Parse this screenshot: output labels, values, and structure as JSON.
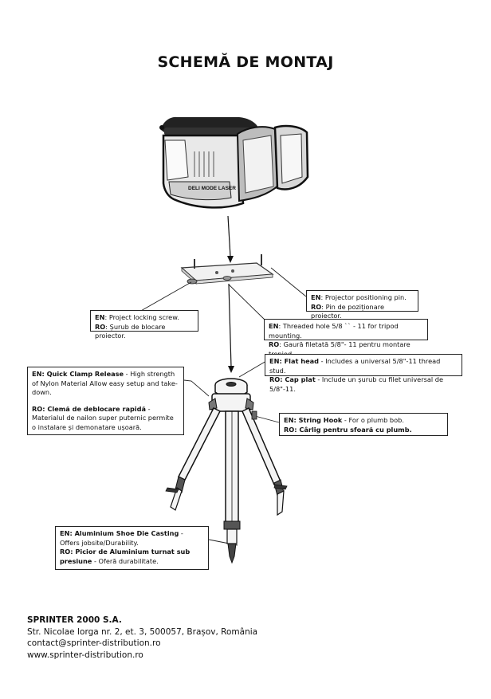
{
  "title": "SCHEMĂ DE MONTAJ",
  "device_label": "DELI MODE LASER",
  "callouts": {
    "positioning_pin": {
      "en_tag": "EN",
      "en_text": ": Projector positioning pin.",
      "ro_tag": "RO",
      "ro_text": ": Pin de poziționare proiector."
    },
    "locking_screw": {
      "en_tag": "EN",
      "en_text": ": Project locking screw.",
      "ro_tag": "RO",
      "ro_text": ": Șurub de blocare proiector."
    },
    "threaded_hole": {
      "en_tag": "EN",
      "en_text": ": Threaded hole 5/8 `` - 11 for tripod mounting.",
      "ro_tag": "RO",
      "ro_text": ": Gaură filetată 5/8\"- 11 pentru montare trepied."
    },
    "flat_head": {
      "en_tag": "EN",
      "en_strong": ": Flat head",
      "en_text": " - Includes a universal 5/8\"-11 thread stud.",
      "ro_tag": "RO",
      "ro_strong": ": Cap plat",
      "ro_text": " - Include un șurub cu filet universal de 5/8\"-11."
    },
    "quick_clamp": {
      "en_tag": "EN",
      "en_strong": ": Quick Clamp Release",
      "en_text": " - High strength of Nylon Material Allow easy setup and take-down.",
      "ro_tag": "RO",
      "ro_strong": ": Clemă de deblocare rapidă",
      "ro_text": " - Materialul de nailon super puternic permite o instalare și demonatare ușoară."
    },
    "string_hook": {
      "en_tag": "EN",
      "en_strong": ": String Hook",
      "en_text": " - For o plumb bob.",
      "ro_tag": "RO",
      "ro_strong": ": Cârlig pentru sfoară cu plumb."
    },
    "aluminium_shoe": {
      "en_tag": "EN",
      "en_strong": ": Aluminium Shoe Die Casting",
      "en_text": " - Offers jobsite/Durability.",
      "ro_tag": "RO",
      "ro_strong": ": Picior de Aluminium turnat sub presiune",
      "ro_text": " - Oferă durabilitate."
    }
  },
  "footer": {
    "company": "SPRINTER 2000 S.A.",
    "address": "Str. Nicolae Iorga nr. 2, et. 3, 500057, Brașov, România",
    "email": "contact@sprinter-distribution.ro",
    "website": "www.sprinter-distribution.ro"
  }
}
